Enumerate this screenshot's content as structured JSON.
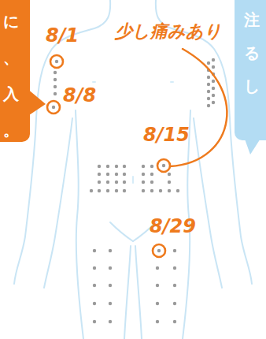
{
  "diagram": {
    "nodes": [
      {
        "text": [
          "に 、 入 。"
        ]
      },
      {
        "text": [
          "注 る し"
        ]
      }
    ],
    "labels": [
      "8/1",
      "8/8",
      "8/15",
      "8/29",
      "少し痛みあり"
    ]
  }
}
